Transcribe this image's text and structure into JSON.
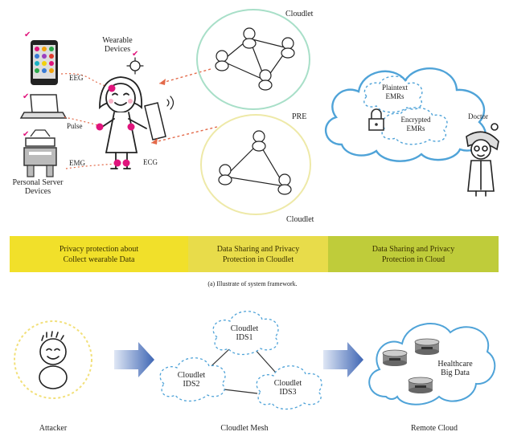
{
  "colors": {
    "magenta": "#e0147c",
    "red_dash": "#e36a4a",
    "cloud_blue": "#4fa3d8",
    "cloudlet_green": "#a8dfc8",
    "cloudlet_yellow": "#eee9a8",
    "attacker_circle": "#f2e07a",
    "band_left": "#f1e02a",
    "band_mid": "#e8dc4a",
    "band_right": "#bfcc3a",
    "arrow_blue": "#3f66b4"
  },
  "top": {
    "wearable_label": [
      "Wearable",
      "Devices"
    ],
    "eeg": "EEG",
    "pulse": "Pulse",
    "emg": "EMG",
    "ecg": "ECG",
    "personal_server_label": [
      "Personal Server",
      "Devices"
    ],
    "cloudlet_top": "Cloudlet",
    "cloudlet_bottom": "Cloudlet",
    "pre": "PRE",
    "plaintext": [
      "Plaintext",
      "EMRs"
    ],
    "encrypted": [
      "Encrypted",
      "EMRs"
    ],
    "doctor": "Doctor"
  },
  "band": {
    "left": [
      "Privacy protection about",
      "Collect wearable Data"
    ],
    "middle": [
      "Data Sharing and Privacy",
      "Protection in Cloudlet"
    ],
    "right": [
      "Data Sharing and Privacy",
      "Protection in Cloud"
    ]
  },
  "caption_a": "(a) Illustrate of system framework.",
  "bottom": {
    "ids1": [
      "Cloudlet",
      "IDS1"
    ],
    "ids2": [
      "Cloudlet",
      "IDS2"
    ],
    "ids3": [
      "Cloudlet",
      "IDS3"
    ],
    "healthcare": [
      "Healthcare",
      "Big Data"
    ],
    "attacker": "Attacker",
    "cloudlet_mesh": "Cloudlet Mesh",
    "remote_cloud": "Remote Cloud"
  }
}
